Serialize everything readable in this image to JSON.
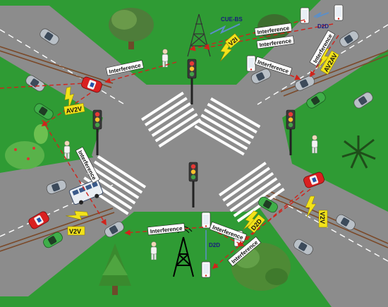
{
  "labels": {
    "interference": "Interference",
    "cue_bs": "CUE-BS",
    "d2d": "D2D",
    "v2i": "V2I",
    "av2av": "AV2AV",
    "av2v": "AV2V",
    "v2v": "V2V"
  },
  "colors": {
    "grass": "#2f9b34",
    "road": "#8c8c8c",
    "marking": "#ffffff",
    "rail": "#7b4a2a",
    "interference": "#d0231b",
    "signal": "#f2e21a",
    "d2d_link": "#5b8fc9"
  },
  "icons": [
    "tree-icon",
    "pine-icon",
    "palm-icon",
    "bush-icon",
    "cell-tower-icon",
    "traffic-light-icon",
    "car-icon",
    "autonomous-car-icon",
    "bus-icon",
    "pedestrian-icon",
    "smartphone-icon",
    "lightning-icon"
  ]
}
